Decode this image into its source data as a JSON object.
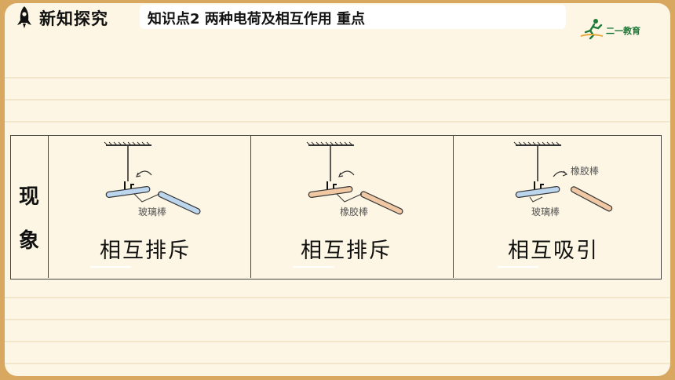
{
  "header": {
    "section_title": "新知探究",
    "topic": "知识点2 两种电荷及相互作用  重点",
    "logo_text": "二一教育"
  },
  "table": {
    "row_header": "现象",
    "row_header_chars": [
      "现",
      "象"
    ],
    "cells": [
      {
        "result": "相互排斥",
        "labels": [
          "玻璃棒"
        ]
      },
      {
        "result": "相互排斥",
        "labels": [
          "橡胶棒"
        ]
      },
      {
        "result": "相互吸引",
        "labels": [
          "橡胶棒",
          "玻璃棒"
        ]
      }
    ]
  },
  "colors": {
    "glass_rod": "#bcd6ee",
    "rubber_rod": "#f0c8a4",
    "background": "#fdf6e4",
    "frame": "#d9a860"
  }
}
